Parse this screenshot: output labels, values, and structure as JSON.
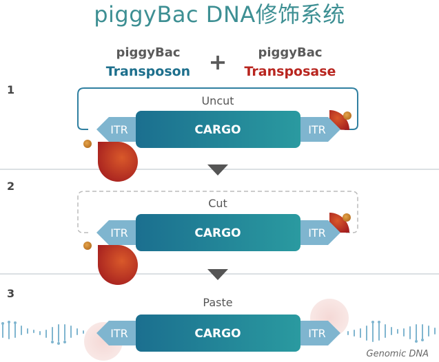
{
  "title": "piggyBac DNA修饰系统",
  "header": {
    "left_top": "piggyBac",
    "left_bottom": "Transposon",
    "plus": "+",
    "right_top": "piggyBac",
    "right_bottom": "Transposase"
  },
  "steps": [
    {
      "number": "1",
      "label": "Uncut",
      "itr_left": "ITR",
      "cargo": "CARGO",
      "itr_right": "ITR"
    },
    {
      "number": "2",
      "label": "Cut",
      "itr_left": "ITR",
      "cargo": "CARGO",
      "itr_right": "ITR"
    },
    {
      "number": "3",
      "label": "Paste",
      "itr_left": "ITR",
      "cargo": "CARGO",
      "itr_right": "ITR"
    }
  ],
  "genomic_label": "Genomic DNA",
  "colors": {
    "title": "#3d8f93",
    "transposon": "#1d6f8c",
    "transposase": "#b8251f",
    "cargo_start": "#1b6f8f",
    "cargo_end": "#2a9aa0",
    "itr": "#7fb5cf",
    "loop": "#2f7fa0",
    "divider": "#cfd6da",
    "arrow": "#555555"
  },
  "icons": [
    "plus-icon",
    "down-arrow-icon",
    "transposase-enzyme-icon",
    "dna-helix-icon"
  ]
}
